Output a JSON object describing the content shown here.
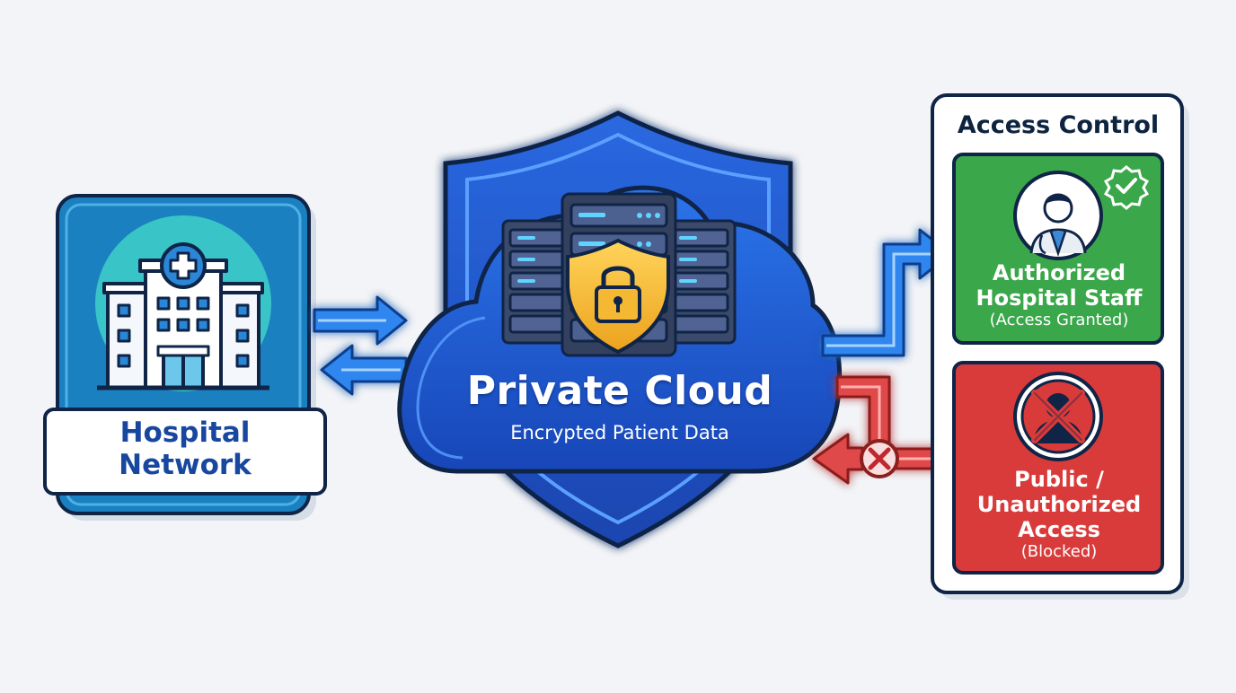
{
  "hospital": {
    "label_line1": "Hospital",
    "label_line2": "Network"
  },
  "cloud": {
    "title": "Private Cloud",
    "subtitle": "Encrypted Patient Data"
  },
  "access_control": {
    "title": "Access Control",
    "granted": {
      "line1": "Authorized",
      "line2": "Hospital Staff",
      "status": "(Access Granted)"
    },
    "blocked": {
      "line1": "Public /",
      "line2": "Unauthorized",
      "line3": "Access",
      "status": "(Blocked)"
    }
  },
  "colors": {
    "navy_outline": "#0f2446",
    "hospital_blue": "#1a80c0",
    "cloud_blue": "#1f5fd6",
    "shield_blue": "#1c54d0",
    "arrow_blue": "#2e86ee",
    "granted_green": "#3aa74a",
    "blocked_red": "#d93b3b",
    "lock_gold": "#f4b833"
  },
  "icons": {
    "hospital": "hospital-building-icon",
    "lock": "padlock-shield-icon",
    "servers": "server-rack-icon",
    "staff": "doctor-avatar-icon",
    "check": "checkmark-badge-icon",
    "blocked": "prohibited-icon",
    "denied": "x-circle-icon"
  }
}
